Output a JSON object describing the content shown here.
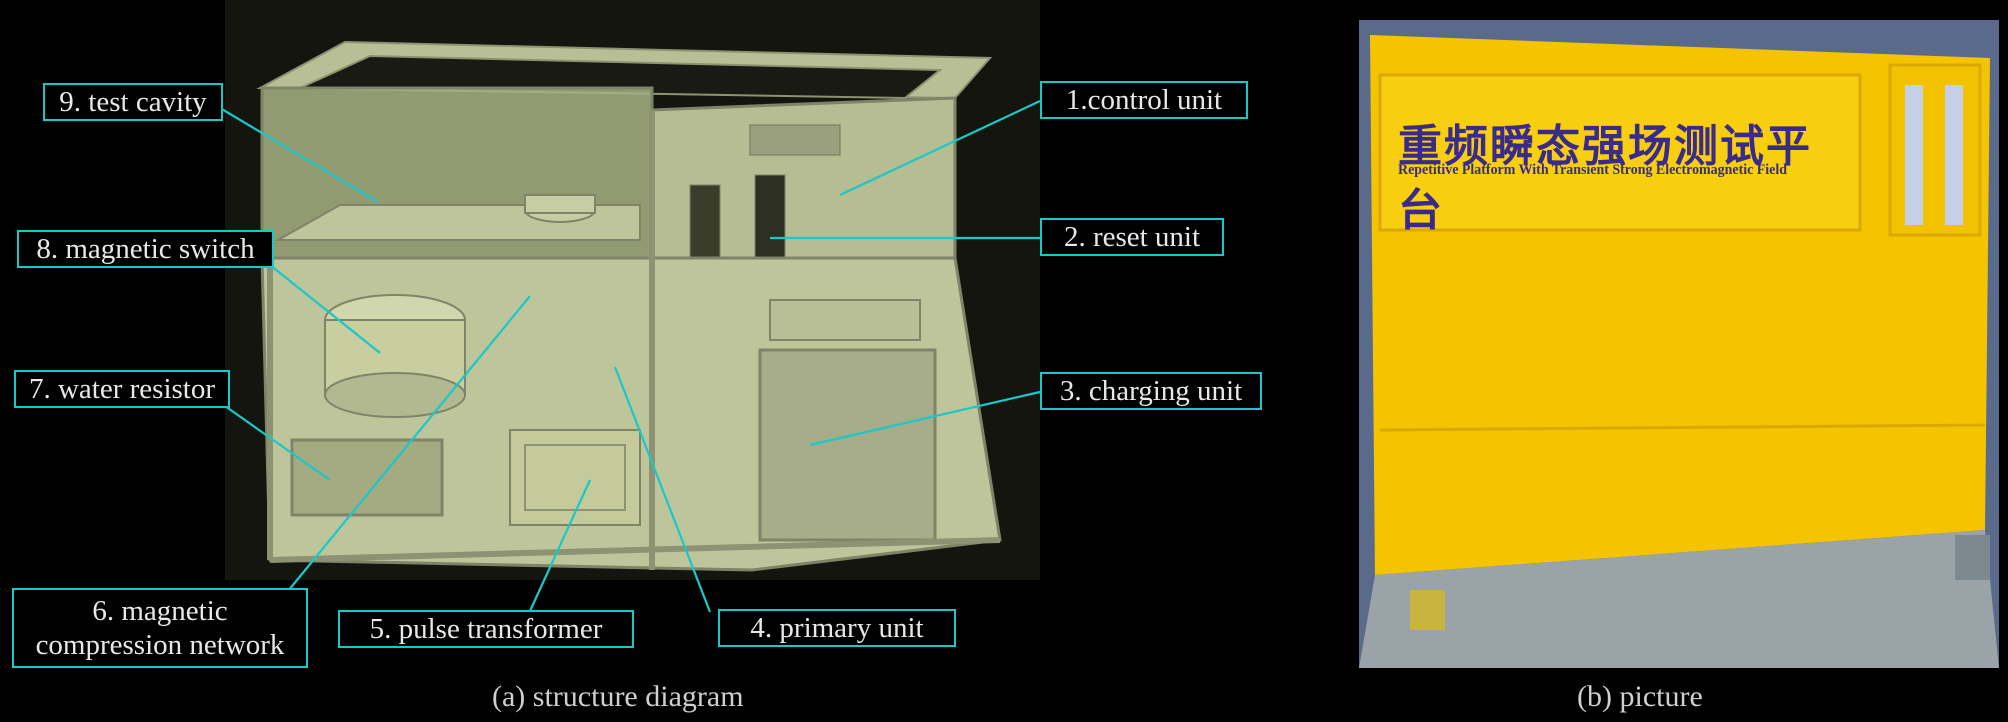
{
  "labels": {
    "control_unit": "1.control unit",
    "reset_unit": "2. reset unit",
    "charging_unit": "3. charging unit",
    "primary_unit": "4. primary unit",
    "pulse_transformer": "5. pulse transformer",
    "magnetic_compression_line1": "6. magnetic",
    "magnetic_compression_line2": "compression network",
    "water_resistor": "7. water resistor",
    "magnetic_switch": "8. magnetic switch",
    "test_cavity": "9. test cavity"
  },
  "captions": {
    "left": "(a) structure diagram",
    "right": "(b) picture"
  },
  "sign": {
    "chinese": "重频瞬态强场测试平台",
    "english": "Repetitive Platform With Transient Strong Electromagnetic Field"
  },
  "colors": {
    "label_border": "#19c8c8",
    "leader_line": "#19c8c8",
    "machine_body": "#c9cfa0",
    "cabinet_yellow": "#f5c400"
  }
}
